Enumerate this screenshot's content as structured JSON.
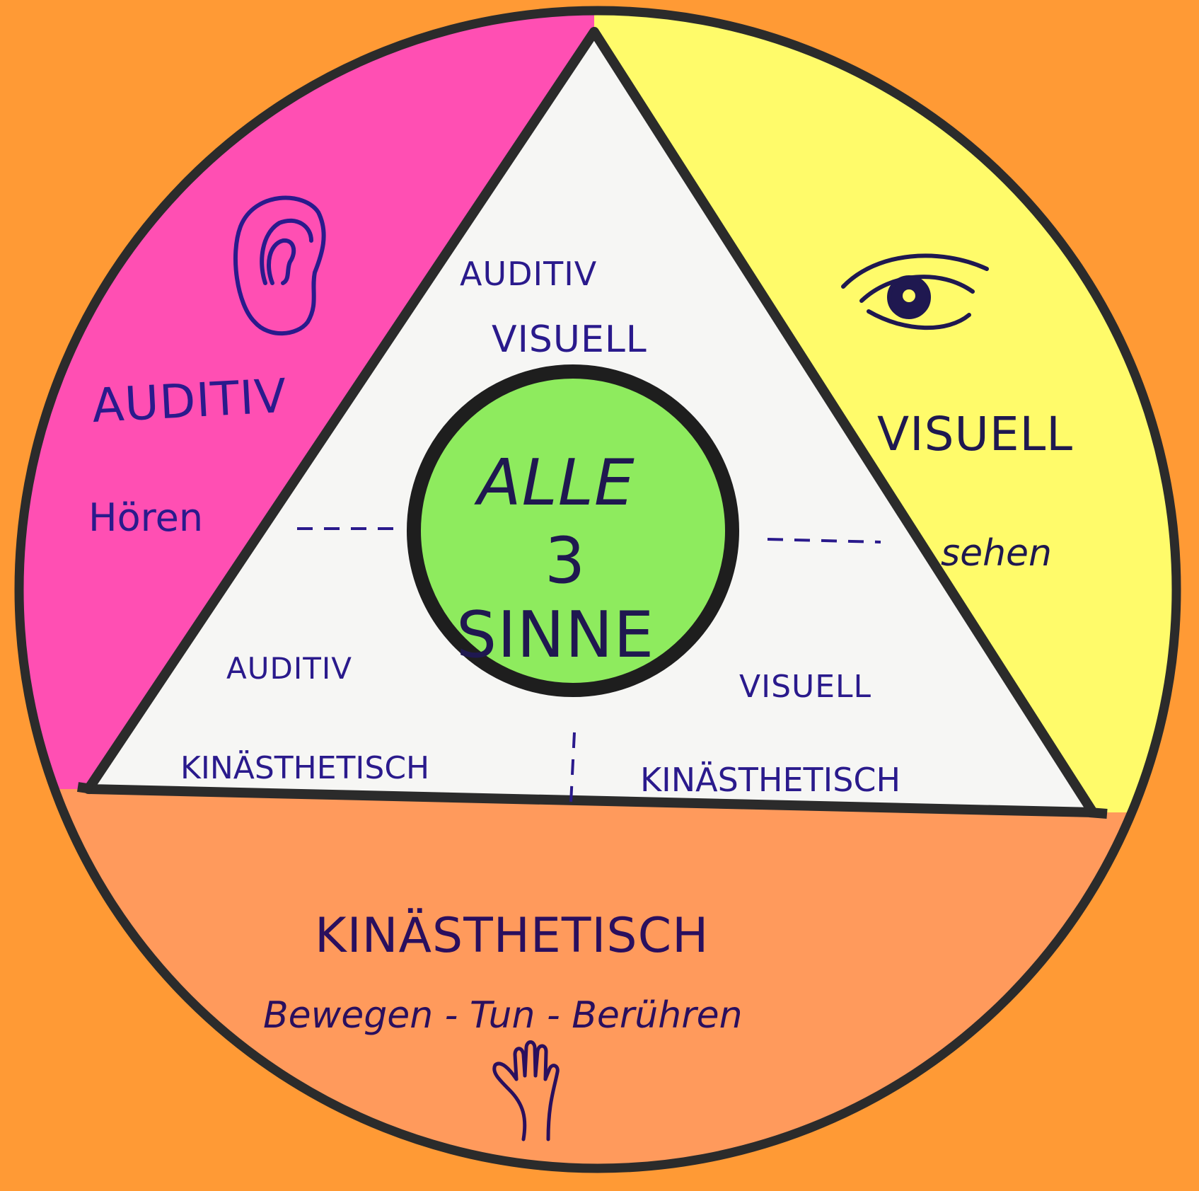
{
  "colors": {
    "background": "#FF9A35",
    "auditory_segment": "#FF4FB3",
    "visual_segment": "#FFFB6A",
    "kinesthetic_segment": "#FF9A5C",
    "center_circle": "#8EEB5E",
    "triangle": "#F6F6F4",
    "outline": "#2B2B2B",
    "ink": "#2A1A8C"
  },
  "segments": {
    "auditory": {
      "title": "AUDITIV",
      "subtitle": "Hören",
      "icon": "ear-icon"
    },
    "visual": {
      "title": "VISUELL",
      "subtitle": "sehen",
      "icon": "eye-icon"
    },
    "kinesthetic": {
      "title": "KINÄSTHETISCH",
      "subtitle": "Bewegen - Tun - Berühren",
      "icon": "hand-icon"
    }
  },
  "triangle": {
    "top": {
      "line1": "AUDITIV",
      "line2": "VISUELL"
    },
    "bottom_left": {
      "line1": "AUDITIV",
      "line2": "KINÄSTHETISCH"
    },
    "bottom_right": {
      "line1": "VISUELL",
      "line2": "KINÄSTHETISCH"
    }
  },
  "center": {
    "line1": "ALLE",
    "line2": "3",
    "line3": "SINNE"
  }
}
